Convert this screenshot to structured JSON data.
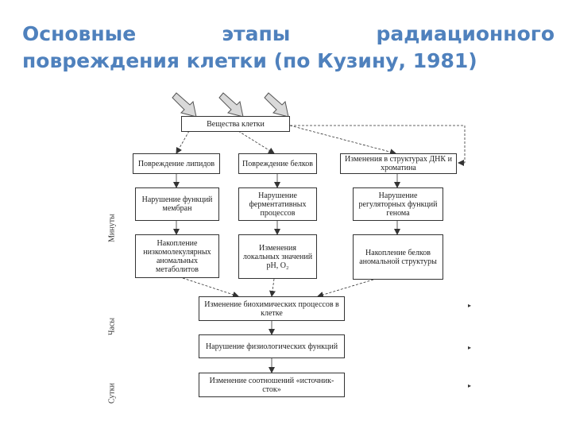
{
  "title": "Основные этапы радиационного повреждения клетки (по Кузину, 1981)",
  "diagram": {
    "nodes": {
      "substances": "Вещества клетки",
      "lipid_damage": "Повреждение липидов",
      "protein_damage": "Повреждение белков",
      "dna_change": "Изменения в структурах ДНК и хроматина",
      "membrane_disruption": "Нарушение функций мембран",
      "enzyme_disruption": "Нарушение ферментативных процессов",
      "genome_disruption": "Нарушение регуляторных функций генома",
      "metabolite_accumulation": "Накопление низкомолекулярных аномальных метаболитов",
      "ph_change": "Изменения локальных значений pH, O₂",
      "protein_accumulation": "Накопление белков аномальной структуры",
      "biochem_change": "Изменение биохимических процессов в клетке",
      "physio_disruption": "Нарушение физиологических функций",
      "source_sink": "Изменение соотношений «источник-сток»"
    },
    "time_labels": {
      "minutes": "Минуты",
      "hours": "Часы",
      "days": "Сутки"
    },
    "side_arrow_glyph": "▸",
    "colors": {
      "title": "#4f81bd",
      "line": "#333333",
      "arrow_fill": "#d9d9d9"
    }
  }
}
